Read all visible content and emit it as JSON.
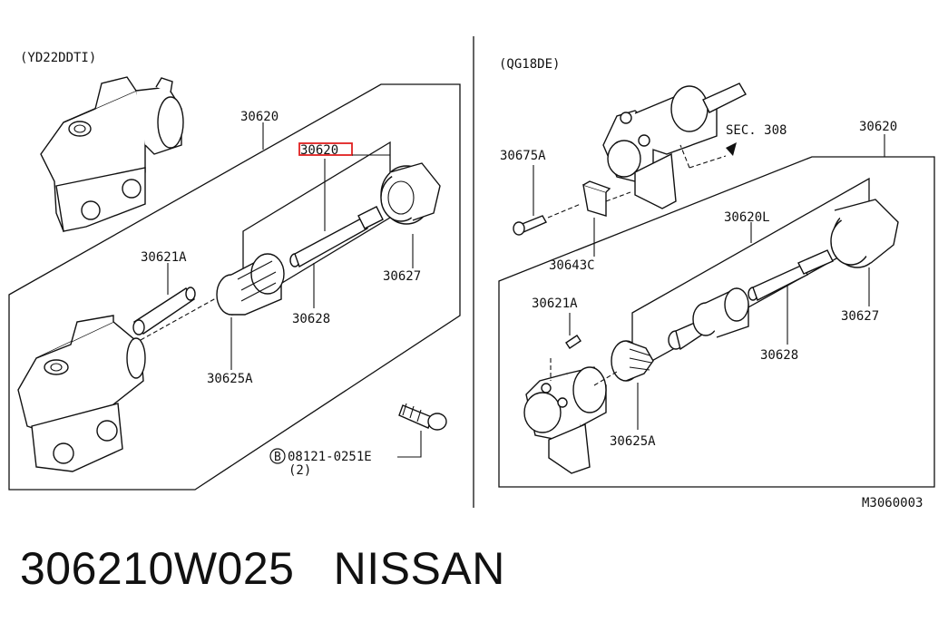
{
  "left_panel": {
    "engine": "(YD22DDTI)",
    "callouts": {
      "assy": "30620",
      "highlighted": "30620",
      "boot": "30627",
      "push_rod": "30628",
      "bleeder": "30621A",
      "piston": "30625A",
      "bolt_code": "08121-0251E",
      "bolt_qty": "(2)",
      "bolt_symbol": "B"
    }
  },
  "right_panel": {
    "engine": "(QG18DE)",
    "callouts": {
      "sec_ref": "SEC. 308",
      "assy": "30620",
      "bolt": "30675A",
      "clip": "30643C",
      "kit": "30620L",
      "bleeder": "30621A",
      "boot": "30627",
      "push_rod": "30628",
      "piston": "30625A"
    }
  },
  "figure_code": "M3060003",
  "footer": {
    "part_number": "306210W025",
    "brand": "NISSAN"
  },
  "colors": {
    "highlight": "#e02020",
    "ink": "#111111"
  }
}
